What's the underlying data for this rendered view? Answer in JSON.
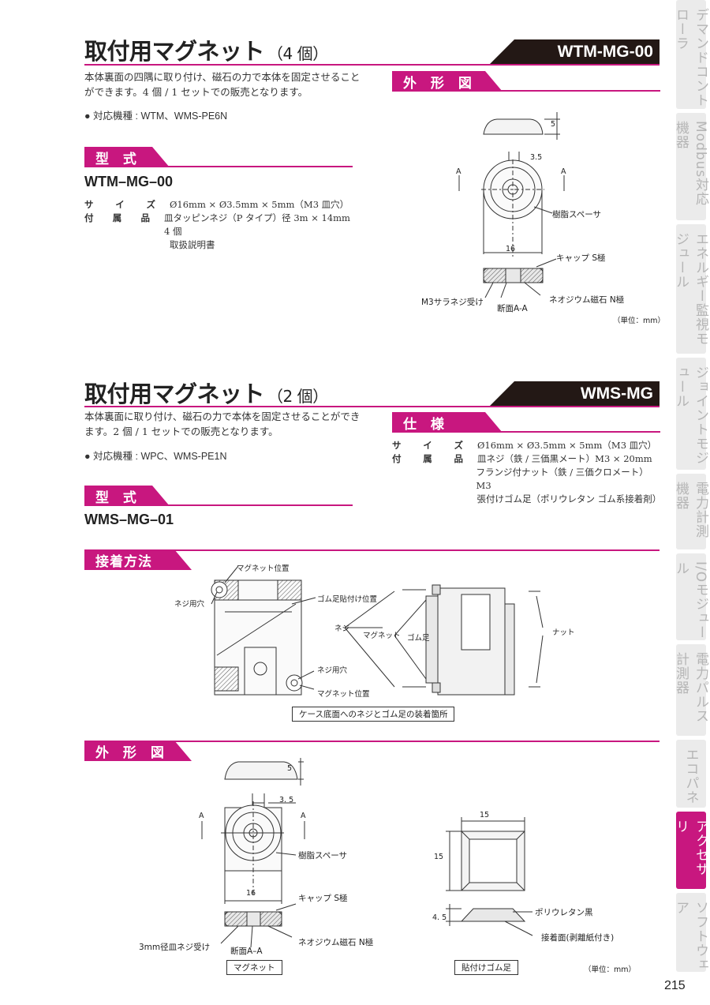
{
  "section1": {
    "title": "取付用マグネット",
    "count": "（4 個）",
    "model_code": "WTM-MG-00",
    "desc_line1": "本体裏面の四隅に取り付け、磁石の力で本体を固定させること",
    "desc_line2": "ができます。4 個 / 1 セットでの販売となります。",
    "compat": "● 対応機種 : WTM、WMS-PE6N",
    "type_tag": "型 式",
    "model_name": "WTM–MG–00",
    "specs": [
      {
        "k1": "サ",
        "k2": "イ",
        "k3": "ズ",
        "v": "Ø16mm × Ø3.5mm × 5mm（M3 皿穴）"
      },
      {
        "k1": "付",
        "k2": "属",
        "k3": "品",
        "v": "皿タッピンネジ（P タイプ）径 3m × 14mm　4 個"
      },
      {
        "k1": "",
        "k2": "",
        "k3": "",
        "v": "取扱説明書"
      }
    ],
    "outline_tag": "外 形 図",
    "drawing": {
      "dim_5": "5",
      "dim_35": "3.5",
      "a_left": "A",
      "a_right": "A",
      "spacer": "樹脂スペーサ",
      "dim_16": "16",
      "cap": "キャップ S極",
      "screw": "M3サラネジ受け",
      "magnet": "ネオジウム磁石 N極",
      "section": "断面A-A",
      "unit": "（単位：mm）"
    }
  },
  "section2": {
    "title": "取付用マグネット",
    "count": "（2 個）",
    "model_code": "WMS-MG",
    "desc_line1": "本体裏面に取り付け、磁石の力で本体を固定させることができ",
    "desc_line2": "ます。2 個 / 1 セットでの販売となります。",
    "compat": "● 対応機種 : WPC、WMS-PE1N",
    "type_tag": "型 式",
    "model_name": "WMS–MG–01",
    "spec_tag": "仕 様",
    "specs": [
      {
        "k1": "サ",
        "k2": "イ",
        "k3": "ズ",
        "v": "Ø16mm × Ø3.5mm × 5mm（M3 皿穴）"
      },
      {
        "k1": "付",
        "k2": "属",
        "k3": "品",
        "v": "皿ネジ（鉄 / 三価黒メート）M3 × 20mm"
      },
      {
        "k1": "",
        "k2": "",
        "k3": "",
        "v": "フランジ付ナット（鉄 / 三価クロメート）M3"
      },
      {
        "k1": "",
        "k2": "",
        "k3": "",
        "v": "張付けゴム足（ポリウレタン ゴム系接着剤）"
      }
    ]
  },
  "mounting": {
    "tag": "接着方法",
    "magnet_pos_top": "マグネット位置",
    "screw_hole_left": "ネジ用穴",
    "rubber_pos": "ゴム足貼付け位置",
    "screw_hole_right": "ネジ用穴",
    "magnet_pos_bottom": "マグネット位置",
    "caption": "ケース底面へのネジとゴム足の装着箇所",
    "neji": "ネジ",
    "magnet": "マグネット",
    "rubber": "ゴム足",
    "nut": "ナット"
  },
  "outline2": {
    "tag": "外 形 図",
    "dim_5": "5",
    "dim_35": "3. 5",
    "a_left": "A",
    "a_right": "A",
    "spacer": "樹脂スペーサ",
    "dim_16": "16",
    "cap": "キャップ S極",
    "screw": "3mm径皿ネジ受け",
    "section": "断面A–A",
    "magnet": "ネオジウム磁石 N極",
    "magnet_caption": "マグネット",
    "dim_15_top": "15",
    "dim_15_side": "15",
    "dim_45": "4. 5",
    "poly": "ポリウレタン黒",
    "adhesive": "接着面(剥離紙付き)",
    "foot_caption": "貼付けゴム足",
    "unit": "（単位：mm）"
  },
  "sidebar": [
    {
      "label": "デマンドコントローラ",
      "active": false
    },
    {
      "label": "Modbus対応機器",
      "active": false
    },
    {
      "label": "エネルギー監視モジュール",
      "active": false
    },
    {
      "label": "ジョイントモジュール",
      "active": false
    },
    {
      "label": "電力計測機器",
      "active": false
    },
    {
      "label": "I/Oモジュール",
      "active": false
    },
    {
      "label": "電力パルス計測器",
      "active": false
    },
    {
      "label": "エコパネ",
      "active": false
    },
    {
      "label": "アクセサリ",
      "active": true
    },
    {
      "label": "ソフトウェア",
      "active": false
    }
  ],
  "page_number": "215",
  "colors": {
    "accent": "#c8177f",
    "dark": "#231815",
    "sidebar_bg": "#ebebeb"
  }
}
